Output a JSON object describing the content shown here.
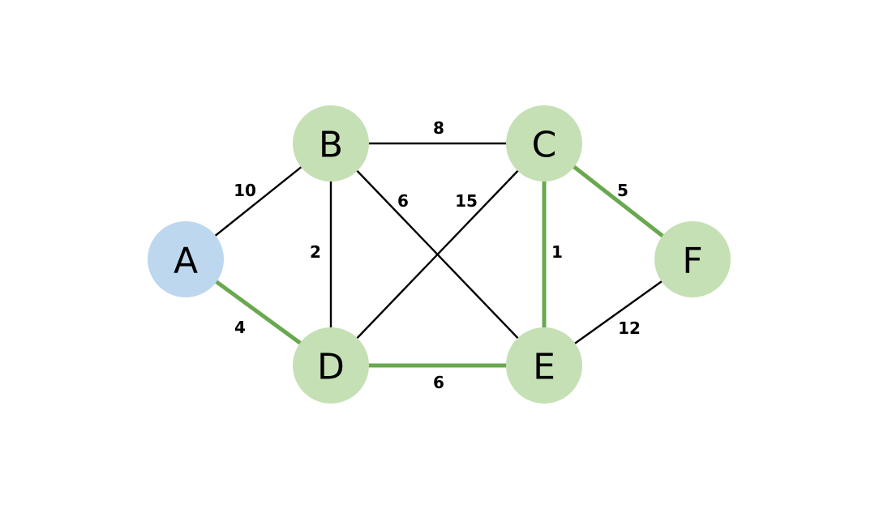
{
  "colors": {
    "node_start": "#bdd7ee",
    "node_default": "#c5e0b4",
    "edge_default": "#000000",
    "edge_highlight": "#6aa84f"
  },
  "nodes": [
    {
      "id": "A",
      "label": "A",
      "kind": "start"
    },
    {
      "id": "B",
      "label": "B",
      "kind": "default"
    },
    {
      "id": "C",
      "label": "C",
      "kind": "default"
    },
    {
      "id": "D",
      "label": "D",
      "kind": "default"
    },
    {
      "id": "E",
      "label": "E",
      "kind": "default"
    },
    {
      "id": "F",
      "label": "F",
      "kind": "default"
    }
  ],
  "edges": [
    {
      "id": "AB",
      "from": "A",
      "to": "B",
      "weight": "10",
      "highlighted": false
    },
    {
      "id": "AD",
      "from": "A",
      "to": "D",
      "weight": "4",
      "highlighted": true
    },
    {
      "id": "BC",
      "from": "B",
      "to": "C",
      "weight": "8",
      "highlighted": false
    },
    {
      "id": "BD",
      "from": "B",
      "to": "D",
      "weight": "2",
      "highlighted": false
    },
    {
      "id": "BE",
      "from": "B",
      "to": "E",
      "weight": "6",
      "highlighted": false
    },
    {
      "id": "CD",
      "from": "C",
      "to": "D",
      "weight": "15",
      "highlighted": false
    },
    {
      "id": "CE",
      "from": "C",
      "to": "E",
      "weight": "1",
      "highlighted": true
    },
    {
      "id": "CF",
      "from": "C",
      "to": "F",
      "weight": "5",
      "highlighted": true
    },
    {
      "id": "DE",
      "from": "D",
      "to": "E",
      "weight": "6",
      "highlighted": true
    },
    {
      "id": "EF",
      "from": "E",
      "to": "F",
      "weight": "12",
      "highlighted": false
    }
  ]
}
